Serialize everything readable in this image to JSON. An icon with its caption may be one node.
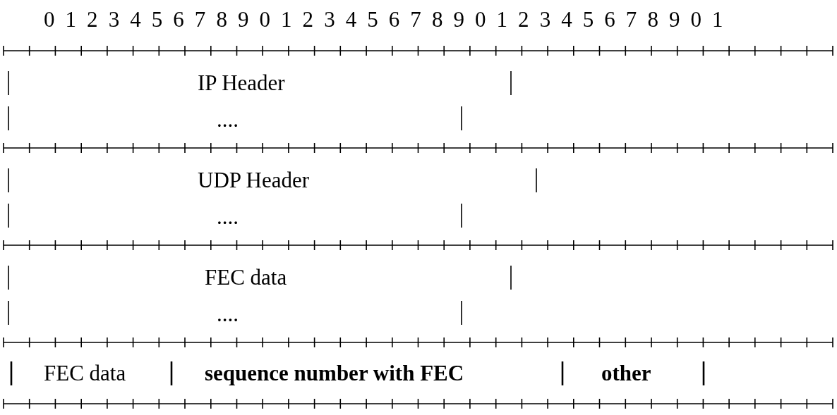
{
  "diagram": {
    "labels": [
      "0 1 2 3 4 5 6 7 8 9 0 1 2 3 4 5 6 7 8 9 0 1 2 3 4 5 6 7 8 9 0 1",
      "IP Header",
      "....",
      "UDP Header",
      "....",
      "FEC data",
      "....",
      "FEC data",
      "sequence number with FEC",
      "other"
    ]
  }
}
